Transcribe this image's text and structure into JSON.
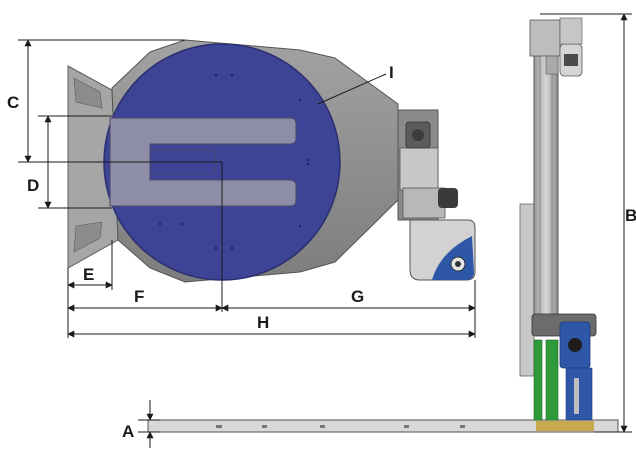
{
  "labels": {
    "A": "A",
    "B": "B",
    "C": "C",
    "D": "D",
    "E": "E",
    "F": "F",
    "G": "G",
    "H": "H",
    "I": "I"
  },
  "colors": {
    "turntable": "#3d4496",
    "frame": "#8e8e8e",
    "frame_dark": "#5e5e5e",
    "frame_light": "#b4b4b4",
    "motor_blue": "#2f57a8",
    "green_part": "#2f9a3a",
    "base_plate": "#c9a94f",
    "dim_line": "#1a1a1a"
  }
}
